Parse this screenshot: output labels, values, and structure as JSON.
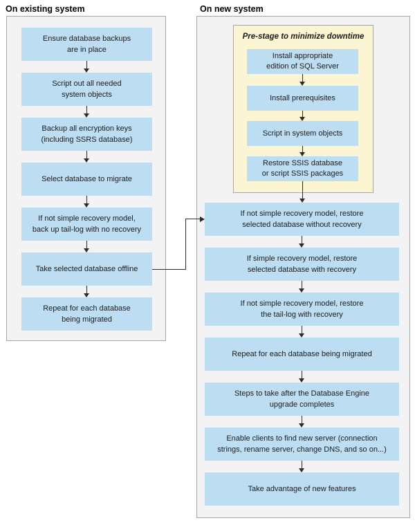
{
  "diagram": {
    "colors": {
      "page_bg": "#ffffff",
      "panel_bg": "#f3f3f3",
      "panel_border": "#a7a7a7",
      "box_blue": "#bdddf2",
      "prestage_bg": "#fcf5d4",
      "prestage_border": "#a6a6a6",
      "line": "#2b2b2b",
      "text": "#1c1c1c"
    },
    "existing": {
      "title": "On existing system",
      "steps": [
        "Ensure database backups\nare in place",
        "Script out all needed\nsystem objects",
        "Backup all encryption keys\n(including SSRS database)",
        "Select database to migrate",
        "If not simple recovery model,\nback up tail-log with no recovery",
        "Take selected database offline",
        "Repeat for each database\nbeing migrated"
      ]
    },
    "new_system": {
      "title": "On new system",
      "prestage": {
        "title": "Pre-stage to minimize downtime",
        "steps": [
          "Install appropriate\nedition of SQL Server",
          "Install prerequisites",
          "Script in system objects",
          "Restore SSIS database\nor script SSIS packages"
        ]
      },
      "steps": [
        "If not simple recovery model, restore\nselected database without recovery",
        "If simple recovery model, restore\nselected database with recovery",
        "If not simple recovery model, restore\nthe tail-log with recovery",
        "Repeat for each database being migrated",
        "Steps to take after the Database Engine\nupgrade completes",
        "Enable clients to find new server (connection\nstrings, rename server, change DNS, and so on...)",
        "Take advantage of new features"
      ]
    }
  }
}
